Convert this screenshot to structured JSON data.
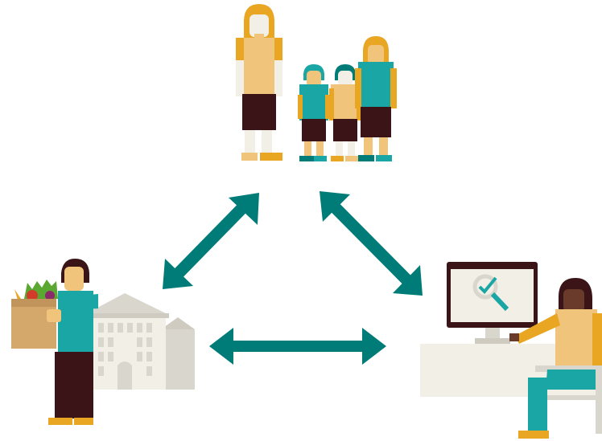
{
  "colors": {
    "teal": "#007c78",
    "shirt_teal": "#1aa6a4",
    "mustard": "#e8a623",
    "skin": "#f0c47a",
    "dark_brown": "#3a1417",
    "cream": "#f2efe6",
    "building_gray": "#d9d6cd",
    "monitor_dark": "#3a1417"
  },
  "icons": {
    "family": "family-group-icon",
    "shopper": "person-with-groceries-icon",
    "building": "building-icon",
    "researcher": "person-at-computer-icon",
    "monitor_search": "magnifier-checkmark-icon"
  },
  "arrows": [
    {
      "name": "family-to-community",
      "direction": "bidirectional"
    },
    {
      "name": "family-to-researcher",
      "direction": "bidirectional"
    },
    {
      "name": "community-to-researcher",
      "direction": "bidirectional"
    }
  ]
}
